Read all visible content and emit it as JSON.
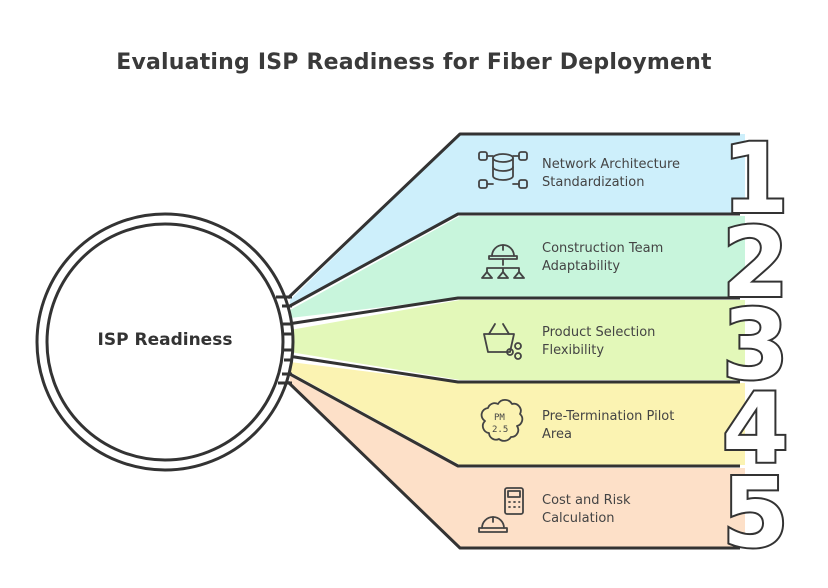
{
  "title": "Evaluating ISP Readiness for Fiber Deployment",
  "hub": {
    "label": "ISP Readiness"
  },
  "items": [
    {
      "number": "1",
      "line1": "Network Architecture",
      "line2": "Standardization",
      "color": "#cdeffb",
      "icon": "database-network-icon"
    },
    {
      "number": "2",
      "line1": "Construction Team",
      "line2": "Adaptability",
      "color": "#c8f5dc",
      "icon": "hardhat-org-chart-icon"
    },
    {
      "number": "3",
      "line1": "Product Selection",
      "line2": "Flexibility",
      "color": "#e3f8b9",
      "icon": "basket-options-icon"
    },
    {
      "number": "4",
      "line1": "Pre-Termination Pilot",
      "line2": "Area",
      "color": "#fbf3b2",
      "icon": "pm25-cloud-icon"
    },
    {
      "number": "5",
      "line1": "Cost and Risk",
      "line2": "Calculation",
      "color": "#fde0c8",
      "icon": "hardhat-calculator-icon"
    }
  ]
}
